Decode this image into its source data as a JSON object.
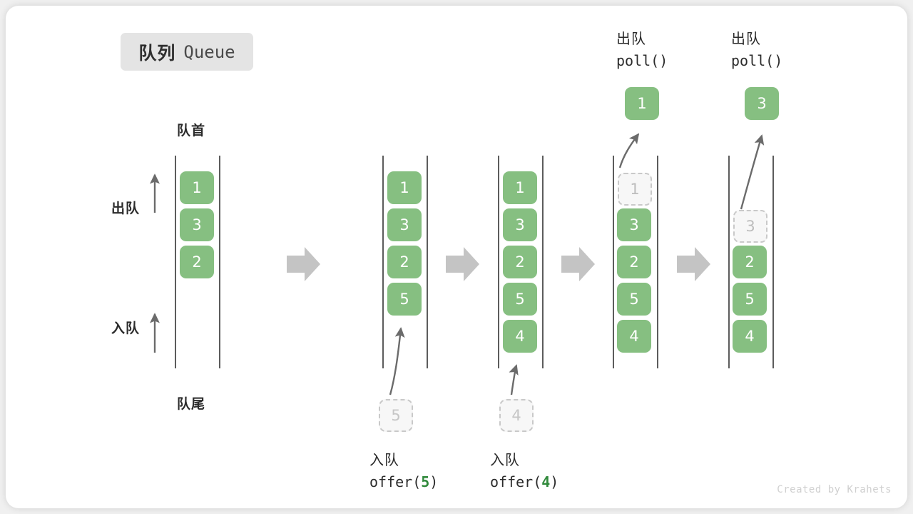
{
  "title": {
    "cn": "队列",
    "en": "Queue"
  },
  "axis_labels": {
    "front": "队首",
    "rear": "队尾",
    "dequeue": "出队",
    "enqueue": "入队"
  },
  "credit": "Created by Krahets",
  "colors": {
    "cell_green": "#86bf81",
    "ghost_gray": "#c9c9c9",
    "rail": "#5c5c5c",
    "arrow": "#c4c4c4",
    "accent_number": "#318a3c",
    "chip_bg": "#e4e4e4"
  },
  "steps": [
    {
      "id": "initial",
      "cells": [
        "1",
        "3",
        "2"
      ],
      "ghost_index": null,
      "pending": null,
      "popped": null,
      "caption": null,
      "show_axis_labels": true
    },
    {
      "id": "offer-5",
      "cells": [
        "1",
        "3",
        "2",
        "5"
      ],
      "ghost_index": null,
      "pending": "5",
      "popped": null,
      "caption": {
        "line1": "入队",
        "line2_pre": "offer(",
        "line2_num": "5",
        "line2_post": ")"
      },
      "show_axis_labels": false
    },
    {
      "id": "offer-4",
      "cells": [
        "1",
        "3",
        "2",
        "5",
        "4"
      ],
      "ghost_index": null,
      "pending": "4",
      "popped": null,
      "caption": {
        "line1": "入队",
        "line2_pre": "offer(",
        "line2_num": "4",
        "line2_post": ")"
      },
      "show_axis_labels": false
    },
    {
      "id": "poll-1",
      "cells": [
        "1",
        "3",
        "2",
        "5",
        "4"
      ],
      "ghost_index": 0,
      "pending": null,
      "popped": "1",
      "header": {
        "line1": "出队",
        "line2": "poll()"
      },
      "show_axis_labels": false
    },
    {
      "id": "poll-3",
      "cells": [
        "3",
        "2",
        "5",
        "4"
      ],
      "ghost_index": 0,
      "pending": null,
      "popped": "3",
      "header": {
        "line1": "出队",
        "line2": "poll()"
      },
      "show_axis_labels": false
    }
  ]
}
